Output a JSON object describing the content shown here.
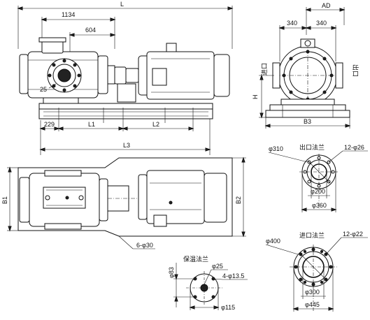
{
  "front_view": {
    "overall_length": "L",
    "dim_1134": "1134",
    "dim_604": "604",
    "dim_25": "25",
    "dim_229": "229",
    "dim_L1": "L1",
    "dim_L2": "L2",
    "dim_L3": "L3"
  },
  "side_view": {
    "dim_AD": "AD",
    "dim_340_left": "340",
    "dim_340_right": "340",
    "inlet_label": "进口",
    "outlet_label": "出口",
    "dim_H": "H",
    "dim_B3": "B3"
  },
  "top_view": {
    "dim_B1": "B1",
    "dim_B2": "B2",
    "bolt_holes": "6-φ30"
  },
  "outlet_flange": {
    "title": "出口法兰",
    "outer_dia": "φ310",
    "bolts": "12-φ26",
    "bore": "φ200",
    "od": "φ360"
  },
  "inlet_flange": {
    "title": "进口法兰",
    "outer_dia": "φ400",
    "bolts": "12-φ22",
    "bore": "φ300",
    "od": "φ445"
  },
  "heating_flange": {
    "title": "保温法兰",
    "bore": "φ25",
    "height": "φ83",
    "bolts": "4-φ13.5",
    "od": "φ115"
  }
}
